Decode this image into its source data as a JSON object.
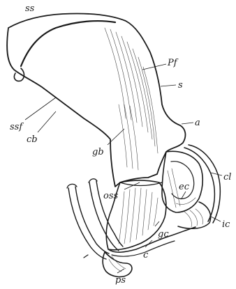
{
  "labels": {
    "ss": "ss",
    "ssf": "ssf",
    "cb": "cb",
    "pf": "Pf",
    "s": "s",
    "a": "a",
    "gb": "gb",
    "cl": "cl",
    "ec": "ec",
    "oss": "oss",
    "ic": "ic",
    "gc": "gc",
    "c": "c",
    "ps": "ps"
  }
}
